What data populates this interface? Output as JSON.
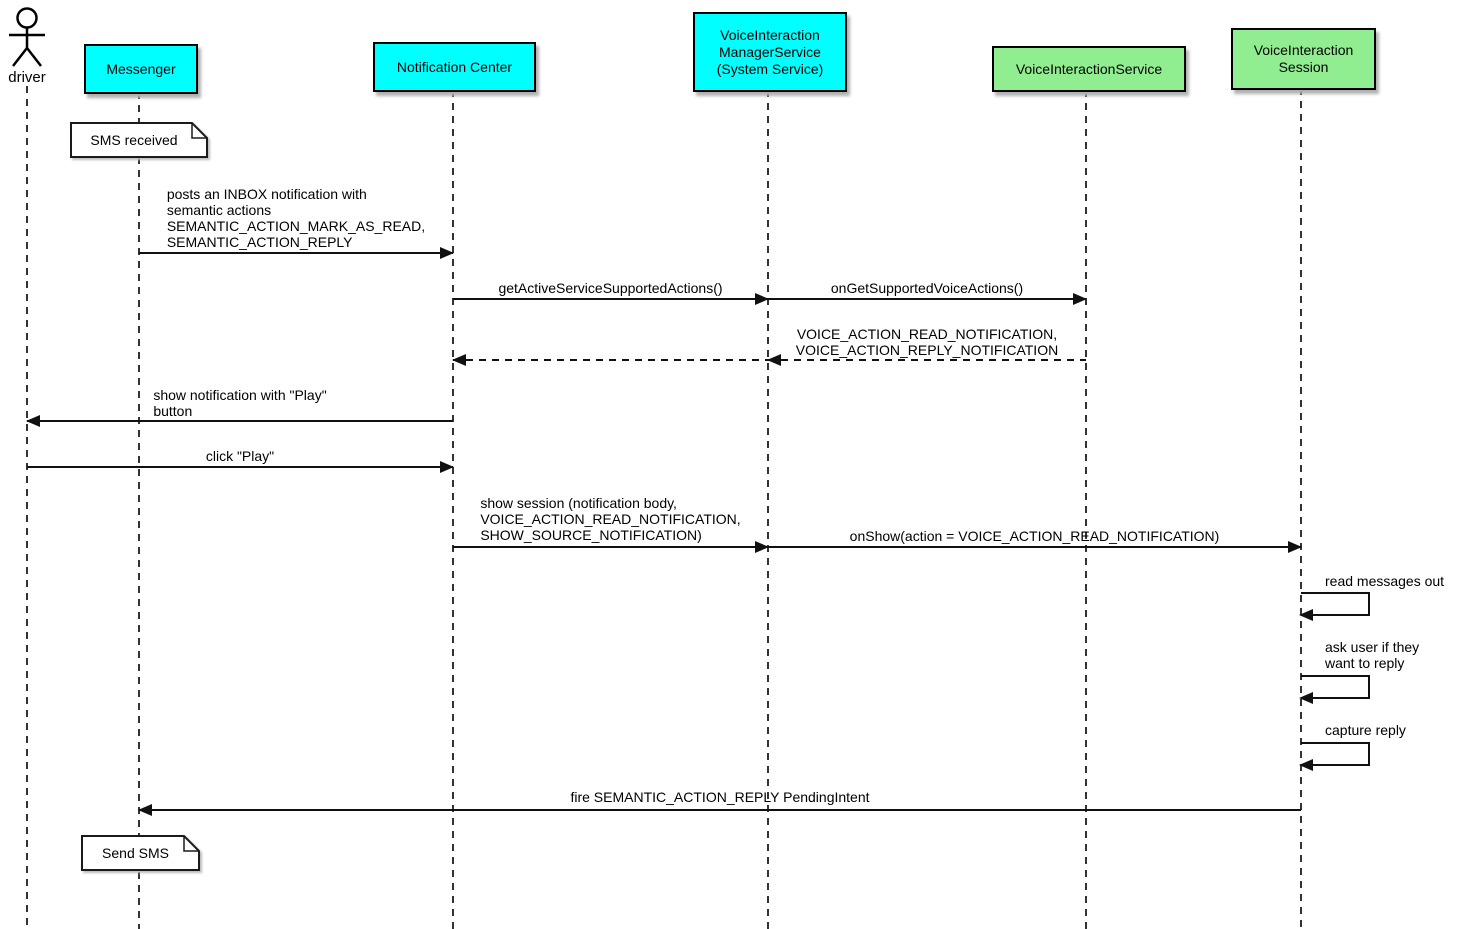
{
  "diagram_type": "uml-sequence",
  "actor": {
    "label": "driver"
  },
  "participants": [
    {
      "id": "messenger",
      "label": "Messenger",
      "color": "#00FFFF"
    },
    {
      "id": "notification-center",
      "label": "Notification Center",
      "color": "#00FFFF"
    },
    {
      "id": "voice-interaction-manager-service",
      "label": "VoiceInteraction\nManagerService\n(System Service)",
      "color": "#00FFFF"
    },
    {
      "id": "voice-interaction-service",
      "label": "VoiceInteractionService",
      "color": "#90EE90"
    },
    {
      "id": "voice-interaction-session",
      "label": "VoiceInteraction\nSession",
      "color": "#90EE90"
    }
  ],
  "notes": [
    {
      "text": "SMS received",
      "attached_to": "Messenger"
    },
    {
      "text": "Send SMS",
      "attached_to": "Messenger"
    }
  ],
  "messages": [
    {
      "label": "posts an INBOX notification with\nsemantic actions\nSEMANTIC_ACTION_MARK_AS_READ,\nSEMANTIC_ACTION_REPLY",
      "from": "Messenger",
      "to": "Notification Center",
      "kind": "solid"
    },
    {
      "label": "getActiveServiceSupportedActions()",
      "from": "Notification Center",
      "to": "VoiceInteractionManagerService",
      "kind": "solid"
    },
    {
      "label": "onGetSupportedVoiceActions()",
      "from": "VoiceInteractionManagerService",
      "to": "VoiceInteractionService",
      "kind": "solid"
    },
    {
      "label": "VOICE_ACTION_READ_NOTIFICATION,\nVOICE_ACTION_REPLY_NOTIFICATION",
      "from": "VoiceInteractionService",
      "to": "VoiceInteractionManagerService",
      "kind": "return"
    },
    {
      "label": "",
      "from": "VoiceInteractionManagerService",
      "to": "Notification Center",
      "kind": "return"
    },
    {
      "label": "show notification with \"Play\"\nbutton",
      "from": "Notification Center",
      "to": "driver",
      "kind": "solid"
    },
    {
      "label": "click \"Play\"",
      "from": "driver",
      "to": "Notification Center",
      "kind": "solid"
    },
    {
      "label": "show session (notification body,\nVOICE_ACTION_READ_NOTIFICATION,\nSHOW_SOURCE_NOTIFICATION)",
      "from": "Notification Center",
      "to": "VoiceInteractionManagerService",
      "kind": "solid"
    },
    {
      "label": "onShow(action = VOICE_ACTION_READ_NOTIFICATION)",
      "from": "VoiceInteractionManagerService",
      "to": "VoiceInteractionSession",
      "kind": "solid"
    },
    {
      "label": "read messages out",
      "from": "VoiceInteractionSession",
      "to": "VoiceInteractionSession",
      "kind": "self"
    },
    {
      "label": "ask user if they\nwant to reply",
      "from": "VoiceInteractionSession",
      "to": "VoiceInteractionSession",
      "kind": "self"
    },
    {
      "label": "capture reply",
      "from": "VoiceInteractionSession",
      "to": "VoiceInteractionSession",
      "kind": "self"
    },
    {
      "label": "fire SEMANTIC_ACTION_REPLY PendingIntent",
      "from": "VoiceInteractionSession",
      "to": "Messenger",
      "kind": "solid"
    }
  ],
  "colors": {
    "participant_cyan": "#00FFFF",
    "participant_green": "#90EE90",
    "line": "#111111",
    "note_background": "#FFFFFF",
    "background": "#FFFFFF"
  }
}
